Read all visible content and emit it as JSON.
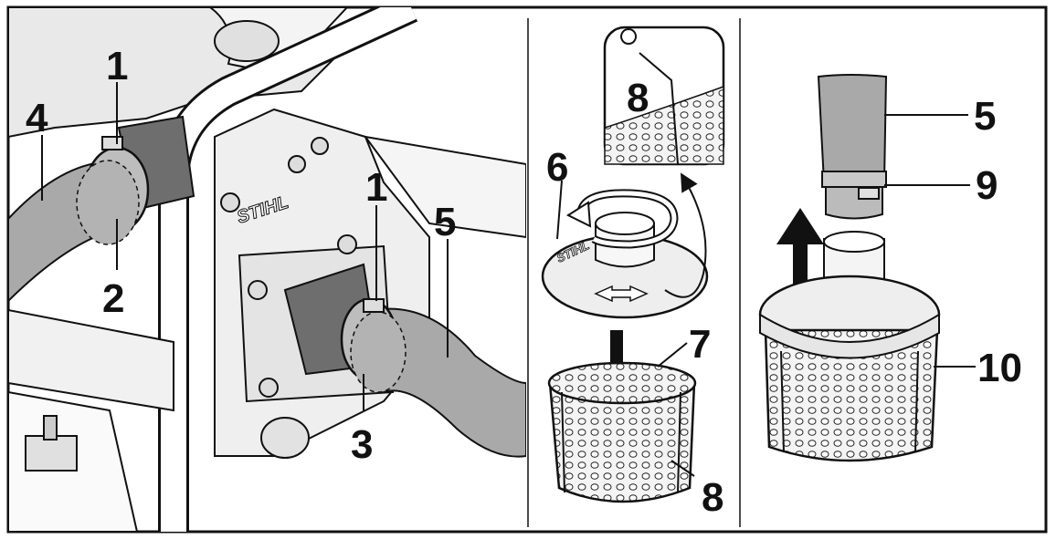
{
  "panels": {
    "left": {
      "callouts": {
        "c1a": "1",
        "c1b": "1",
        "c2": "2",
        "c3": "3",
        "c4": "4",
        "c5": "5"
      },
      "brand": "STIHL"
    },
    "middle": {
      "callouts": {
        "c6": "6",
        "c7": "7",
        "c8_inset": "8",
        "c8_basket": "8"
      },
      "brand": "STIHL"
    },
    "right": {
      "callouts": {
        "c5": "5",
        "c9": "9",
        "c10": "10"
      }
    }
  },
  "colors": {
    "outline": "#111111",
    "hose": "#a9a9a9",
    "rubber": "#6e6e6e",
    "metal": "#d4d4d4",
    "background": "#ffffff"
  }
}
